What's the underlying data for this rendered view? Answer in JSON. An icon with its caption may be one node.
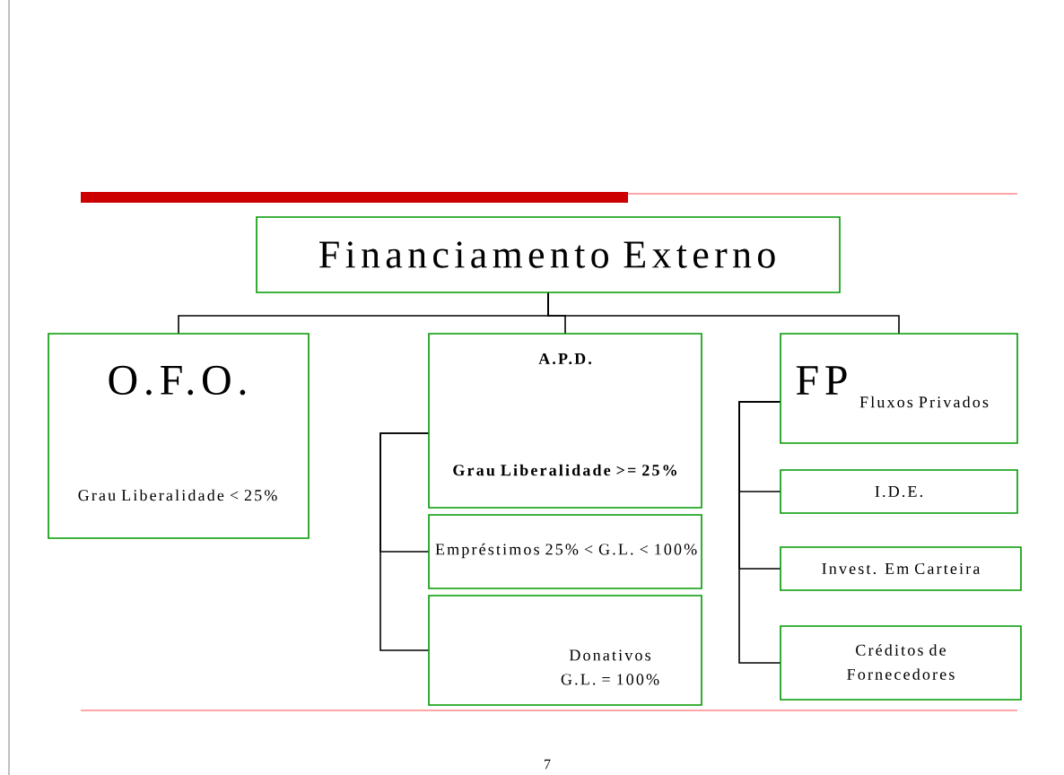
{
  "diagram": {
    "nodes": [
      {
        "text": [
          "Financiamento Externo"
        ]
      },
      {
        "text": [
          "O.F.O.",
          "Grau Liberalidade < 25%"
        ]
      },
      {
        "text": [
          "A.P.D.",
          "Grau Liberalidade >= 25%"
        ]
      },
      {
        "text": [
          "Empréstimos 25% < G.L. < 100%"
        ]
      },
      {
        "text": [
          "Donativos G.L. = 100%"
        ]
      },
      {
        "text": [
          "FP",
          "Fluxos Privados"
        ]
      },
      {
        "text": [
          "I.D.E."
        ]
      },
      {
        "text": [
          "Invest. Em Carteira"
        ]
      },
      {
        "text": [
          "Créditos de Fornecedores"
        ]
      }
    ],
    "edges": [
      {
        "from": 0,
        "to": 1,
        "arrow": "none"
      },
      {
        "from": 0,
        "to": 2,
        "arrow": "none"
      },
      {
        "from": 0,
        "to": 5,
        "arrow": "none"
      },
      {
        "from": 2,
        "to": 3,
        "arrow": "none"
      },
      {
        "from": 2,
        "to": 4,
        "arrow": "none"
      },
      {
        "from": 5,
        "to": 6,
        "arrow": "none"
      },
      {
        "from": 5,
        "to": 7,
        "arrow": "none"
      },
      {
        "from": 5,
        "to": 8,
        "arrow": "none"
      }
    ],
    "labels": [
      "7"
    ]
  }
}
